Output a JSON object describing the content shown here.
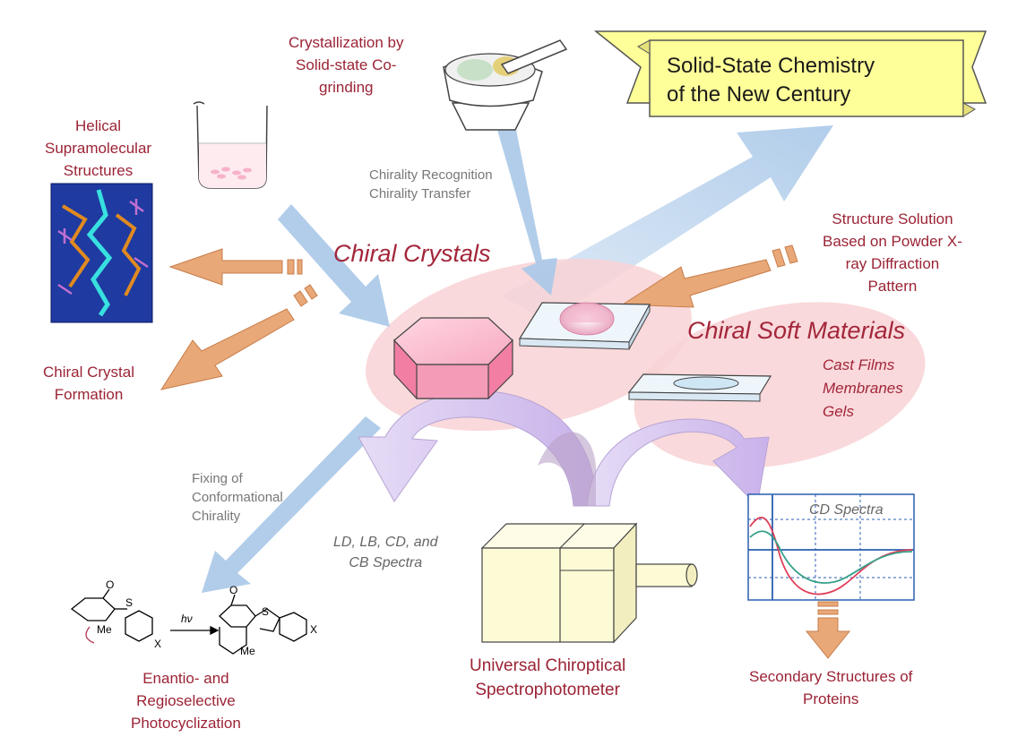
{
  "banner": {
    "line1": "Solid-State Chemistry",
    "line2": "of the New Century"
  },
  "crystallization_label": [
    "Crystallization by",
    "Solid-state Co-",
    "grinding"
  ],
  "helical_label": [
    "Helical",
    "Supramolecular",
    "Structures"
  ],
  "chirality_label": [
    "Chirality Recognition",
    "Chirality Transfer"
  ],
  "chiral_crystals_title": "Chiral Crystals",
  "chiral_soft_title": "Chiral Soft Materials",
  "soft_items": [
    "Cast Films",
    "Membranes",
    "Gels"
  ],
  "structure_solution_label": [
    "Structure Solution",
    "Based on Powder X-",
    "ray Diffraction",
    "Pattern"
  ],
  "chiral_crystal_formation_label": [
    "Chiral Crystal",
    "Formation"
  ],
  "fixing_label": [
    "Fixing of",
    "Conformational",
    "Chirality"
  ],
  "spectra_label": [
    "LD, LB, CD, and",
    "CB Spectra"
  ],
  "cd_spectra_label": "CD Spectra",
  "spectrophotometer_label": [
    "Universal Chiroptical",
    "Spectrophotometer"
  ],
  "secondary_label": [
    "Secondary Structures of",
    "Proteins"
  ],
  "photocyclization_label": [
    "Enantio- and",
    "Regioselective",
    "Photocyclization"
  ],
  "reaction": {
    "hv": "hν",
    "o1": "O",
    "s1": "S",
    "me1": "Me",
    "x1": "X",
    "o2": "O",
    "s2": "S",
    "me2": "Me",
    "x2": "X"
  },
  "colors": {
    "label_red": "#9b2335",
    "blue_arrow": "#a9c8e8",
    "orange_arrow": "#e8a878",
    "pink_ellipse": "#f8d2d5",
    "purple_arrow": "#d7c5f0",
    "banner_yellow": "#ffff99"
  }
}
